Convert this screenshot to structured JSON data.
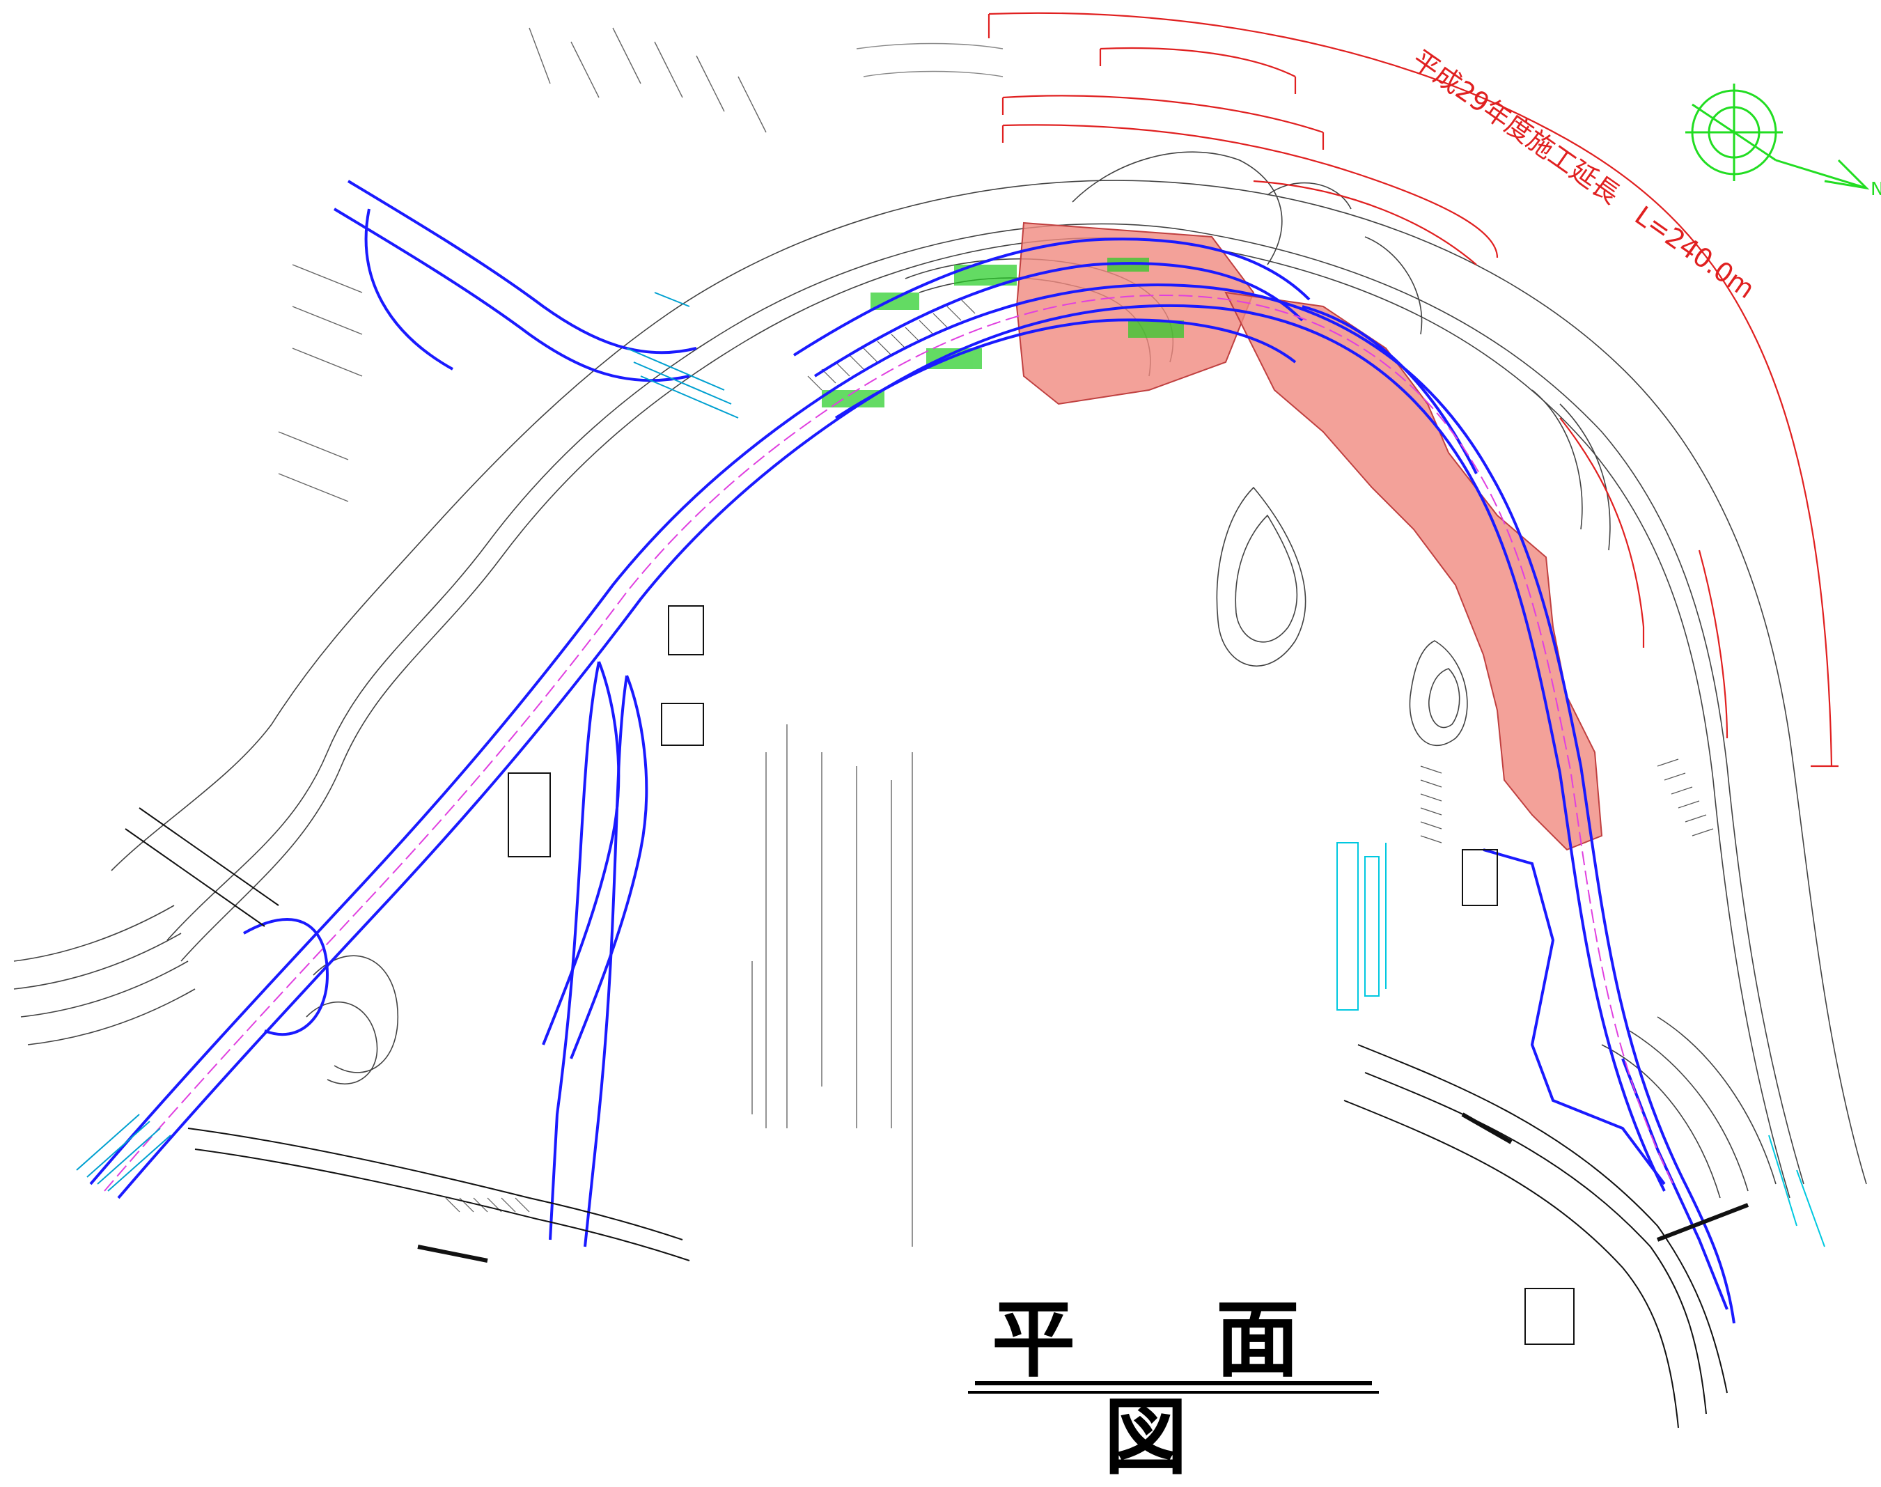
{
  "drawing": {
    "title": "平 面 図",
    "construction_length_label": "平成29年度施工延長　L=240.0m",
    "north_arrow_letter": "N",
    "colors": {
      "road_outline": "#1a1aff",
      "construction_area": "#f08a80",
      "construction_dimension": "#e02020",
      "annotation_cyan": "#00c8e0",
      "vegetation_green": "#22cc22",
      "contour": "#222222",
      "north_arrow": "#22dd22",
      "center_line": "#e040e0"
    }
  }
}
